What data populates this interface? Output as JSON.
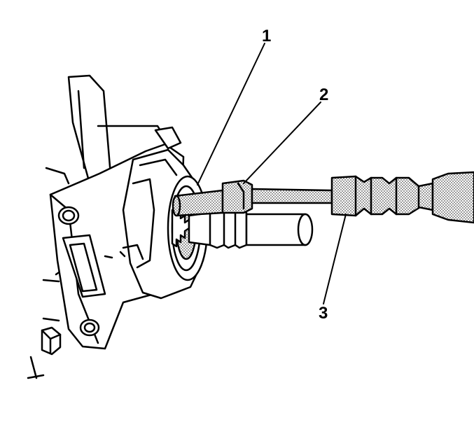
{
  "callouts": {
    "one": "1",
    "two": "2",
    "three": "3"
  },
  "colors": {
    "line": "#000000",
    "background": "#ffffff",
    "stipple": "#9a9a9a"
  }
}
